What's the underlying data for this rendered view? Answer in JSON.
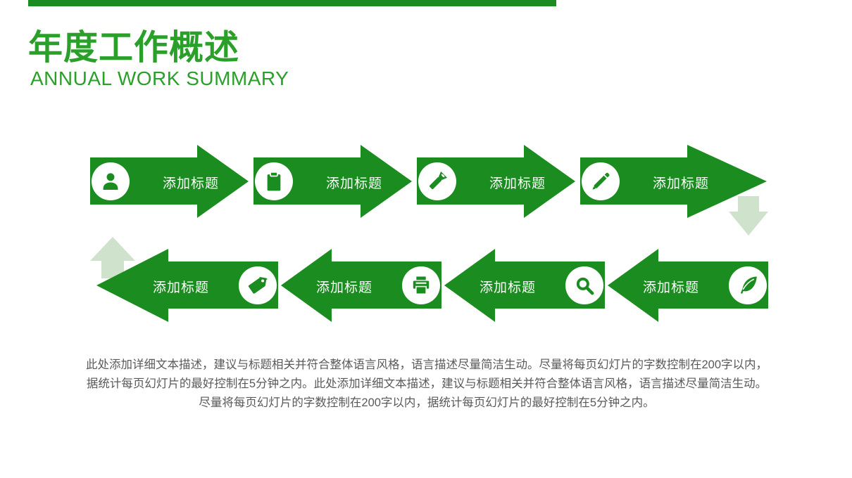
{
  "slide": {
    "title": "年度工作概述",
    "subtitle": "ANNUAL WORK SUMMARY",
    "description": "此处添加详细文本描述，建议与标题相关并符合整体语言风格，语言描述尽量简洁生动。尽量将每页幻灯片的字数控制在200字以内，据统计每页幻灯片的最好控制在5分钟之内。此处添加详细文本描述，建议与标题相关并符合整体语言风格，语言描述尽量简洁生动。尽量将每页幻灯片的字数控制在200字以内，据统计每页幻灯片的最好控制在5分钟之内。"
  },
  "colors": {
    "title_green": "#2AA02A",
    "arrow_green": "#1B8C1F",
    "light_green": "#CFE3CC",
    "label_white": "#FFFFFF",
    "body_text_gray": "#595959"
  },
  "process": {
    "top_row_direction": "right",
    "bottom_row_direction": "left",
    "top_row": [
      {
        "label": "添加标题",
        "icon": "user-icon"
      },
      {
        "label": "添加标题",
        "icon": "clipboard-icon"
      },
      {
        "label": "添加标题",
        "icon": "flashlight-icon"
      },
      {
        "label": "添加标题",
        "icon": "pencil-icon"
      }
    ],
    "bottom_row": [
      {
        "label": "添加标题",
        "icon": "tag-icon"
      },
      {
        "label": "添加标题",
        "icon": "printer-icon"
      },
      {
        "label": "添加标题",
        "icon": "search-icon"
      },
      {
        "label": "添加标题",
        "icon": "feather-icon"
      }
    ],
    "connectors": [
      {
        "name": "down-arrow"
      },
      {
        "name": "up-arrow"
      }
    ]
  }
}
